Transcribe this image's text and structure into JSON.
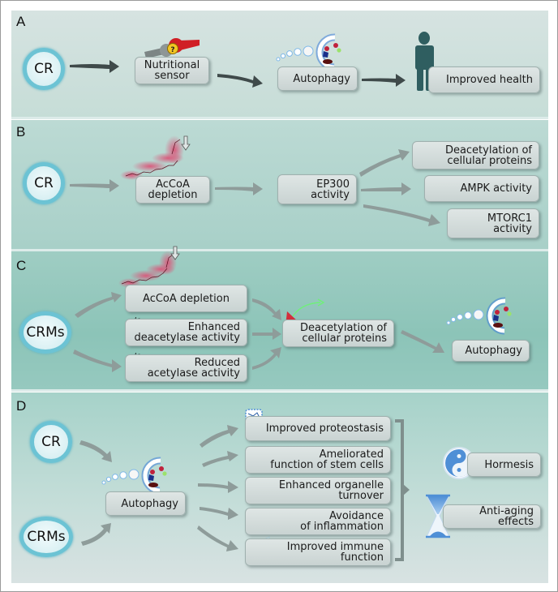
{
  "panels": {
    "a": {
      "label": "A",
      "cr": "CR",
      "sensor": "Nutritional\nsensor",
      "autophagy": "Autophagy",
      "health": "Improved health",
      "sensor_icon_glyph": "?"
    },
    "b": {
      "label": "B",
      "cr": "CR",
      "accoa": "AcCoA\ndepletion",
      "ep300": "EP300\nactivity",
      "deacetylation": "Deacetylation of\ncellular proteins",
      "ampk": "AMPK activity",
      "mtorc1": "MTORC1\nactivity"
    },
    "c": {
      "label": "C",
      "crms": "CRMs",
      "accoa": "AcCoA depletion",
      "deacetylase": "Enhanced\ndeacetylase activity",
      "acetylase": "Reduced\nacetylase activity",
      "deacetylation": "Deacetylation of\ncellular proteins",
      "autophagy": "Autophagy",
      "ac_tag": "Ac"
    },
    "d": {
      "label": "D",
      "cr": "CR",
      "crms": "CRMs",
      "autophagy": "Autophagy",
      "outcomes": [
        "Improved proteostasis",
        "Ameliorated\nfunction of stem cells",
        "Enhanced organelle\nturnover",
        "Avoidance\nof inflammation",
        "Improved immune\nfunction"
      ],
      "hormesis": "Hormesis",
      "antiaging": "Anti-aging effects"
    }
  },
  "colors": {
    "dark_arrow": "#3f4a4a",
    "gray_arrow": "#8e9c9a",
    "circle_ring": "#6cc3d4",
    "person": "#2f5e60",
    "accoa_glow": "#d9577a",
    "ac_triangle": "#d32f3c",
    "icon_blue": "#4f8fd6"
  }
}
